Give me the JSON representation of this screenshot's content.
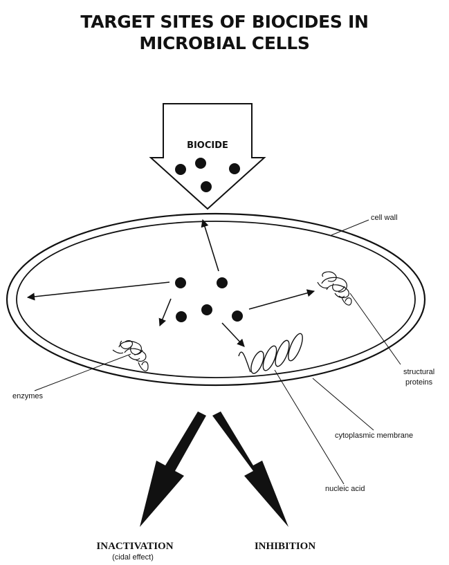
{
  "title": {
    "line1": "TARGET SITES OF BIOCIDES IN",
    "line2": "MICROBIAL CELLS"
  },
  "labels": {
    "biocide": "BIOCIDE",
    "cell_wall": "cell wall",
    "structural_1": "structural",
    "structural_2": "proteins",
    "enzymes": "enzymes",
    "cytoplasmic_membrane": "cytoplasmic membrane",
    "nucleic_acid": "nucleic acid",
    "inactivation": "INACTIVATION",
    "cidal_effect": "(cidal effect)",
    "inhibition": "INHIBITION"
  },
  "icons": [
    "biocide-arrow-icon",
    "biocide-molecule-icon",
    "enzyme-coil-icon",
    "protein-coil-icon",
    "nucleic-acid-helix-icon"
  ]
}
